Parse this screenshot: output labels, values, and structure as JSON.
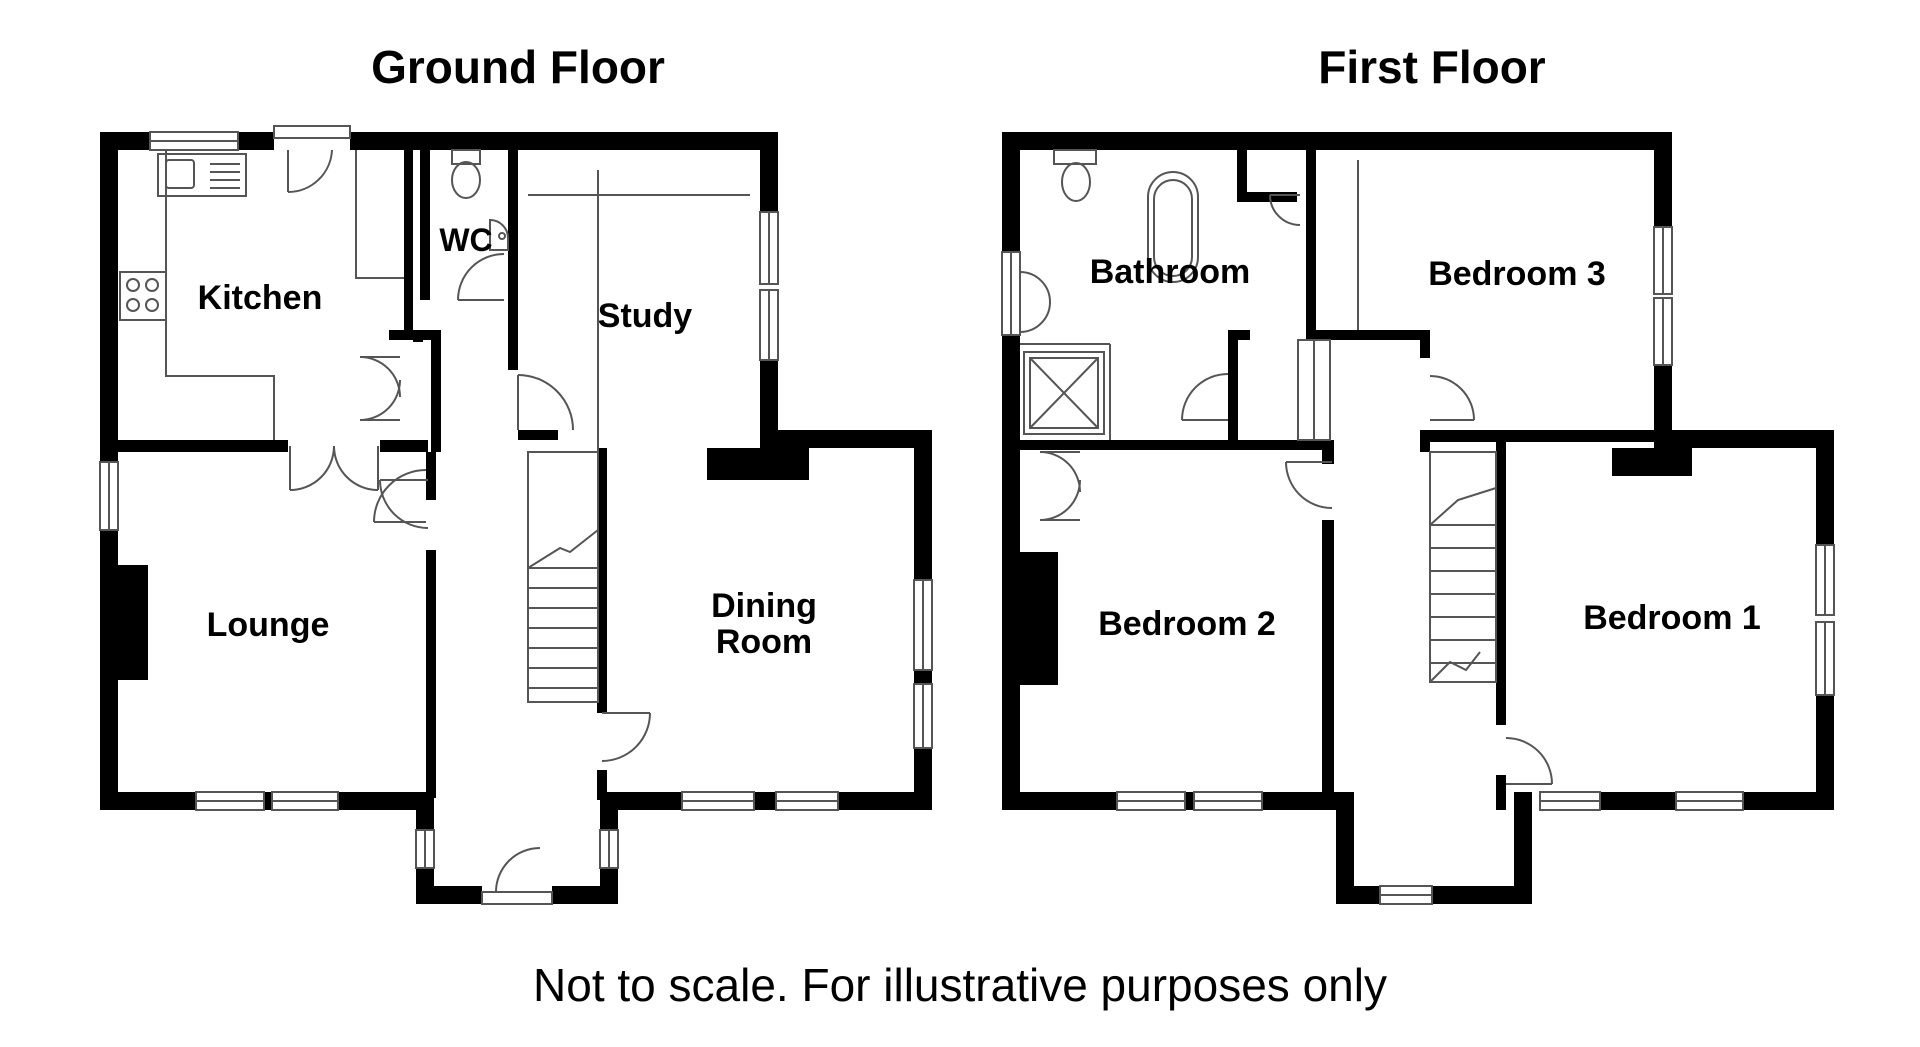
{
  "ground_floor": {
    "title": "Ground Floor",
    "rooms": {
      "kitchen": "Kitchen",
      "wc": "WC",
      "study": "Study",
      "lounge": "Lounge",
      "dining_room": "Dining\nRoom"
    }
  },
  "first_floor": {
    "title": "First Floor",
    "rooms": {
      "bathroom": "Bathroom",
      "bedroom_3": "Bedroom 3",
      "bedroom_2": "Bedroom 2",
      "bedroom_1": "Bedroom 1"
    }
  },
  "footer": {
    "disclaimer": "Not to scale. For illustrative purposes only"
  },
  "colors": {
    "wall": "#000000",
    "fixture": "#555555",
    "background": "#ffffff"
  }
}
